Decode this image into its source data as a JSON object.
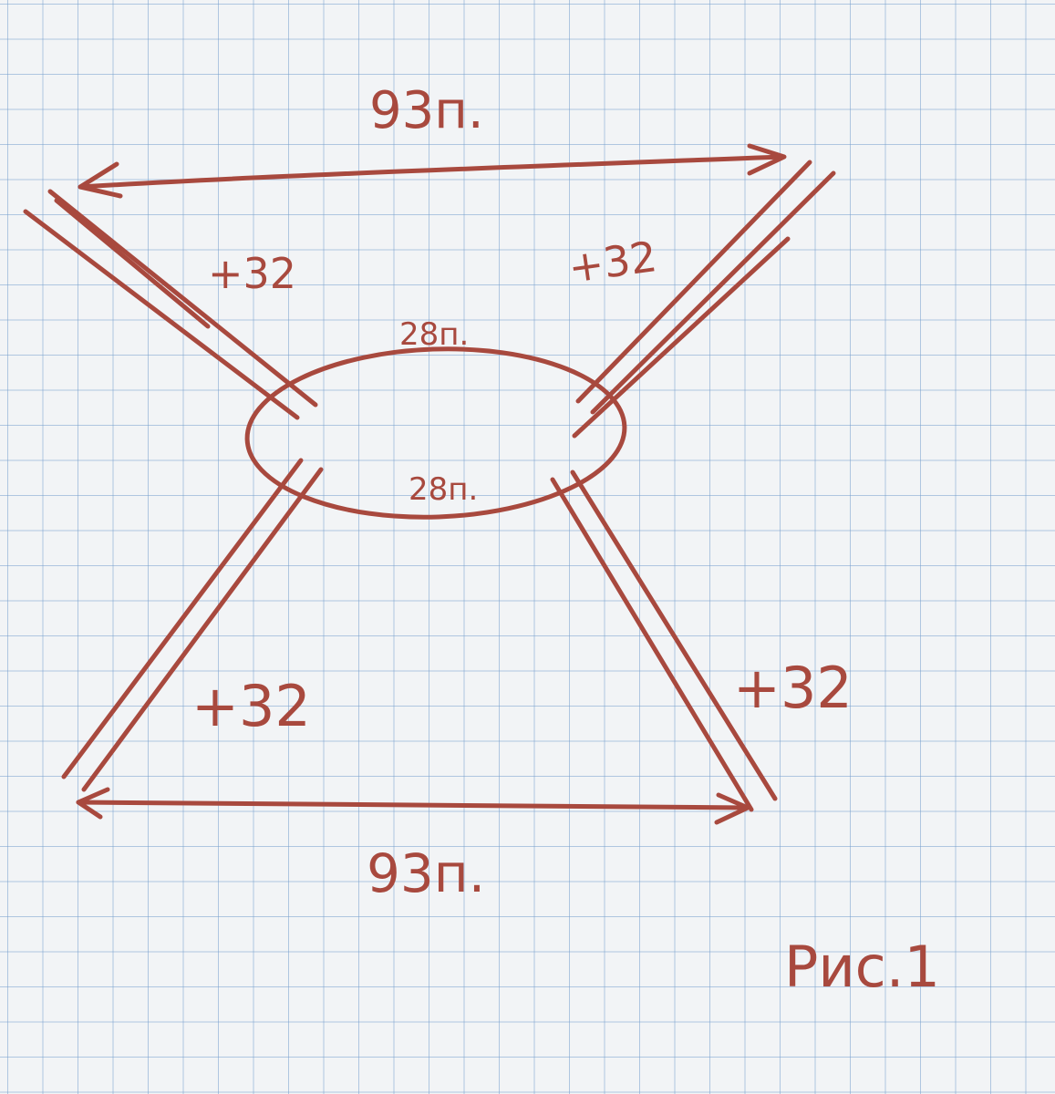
{
  "colors": {
    "ink": "#a8493e",
    "paper": "#f2f4f6",
    "grid": "#82a6ce"
  },
  "diagram": {
    "top_width_label": "93п.",
    "bottom_width_label": "93п.",
    "upper_left_increase": "+32",
    "upper_right_increase": "+32",
    "lower_left_increase": "+32",
    "lower_right_increase": "+32",
    "neck_front_label": "28п.",
    "neck_back_label": "28п.",
    "figure_caption": "Рис.1"
  }
}
